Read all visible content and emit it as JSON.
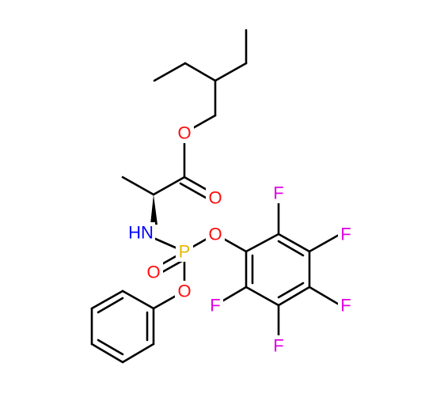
{
  "molecule": {
    "atoms": [
      {
        "id": "oEster",
        "label": "O",
        "color": "#ff0d0d"
      },
      {
        "id": "oCarbonyl",
        "label": "O",
        "color": "#ff0d0d"
      },
      {
        "id": "nh",
        "label": "HN",
        "color": "#0000ff"
      },
      {
        "id": "p",
        "label": "P",
        "color": "#e6b800"
      },
      {
        "id": "oPO",
        "label": "O",
        "color": "#ff0d0d"
      },
      {
        "id": "oPF",
        "label": "O",
        "color": "#ff0d0d"
      },
      {
        "id": "oPPh",
        "label": "O",
        "color": "#ff0d0d"
      },
      {
        "id": "fTop",
        "label": "F",
        "color": "#e000e0"
      },
      {
        "id": "fUpperRight",
        "label": "F",
        "color": "#e000e0"
      },
      {
        "id": "fLowerRight",
        "label": "F",
        "color": "#e000e0"
      },
      {
        "id": "fBottom",
        "label": "F",
        "color": "#e000e0"
      },
      {
        "id": "fLeft",
        "label": "F",
        "color": "#e000e0"
      }
    ],
    "bond_color": "#000000"
  }
}
